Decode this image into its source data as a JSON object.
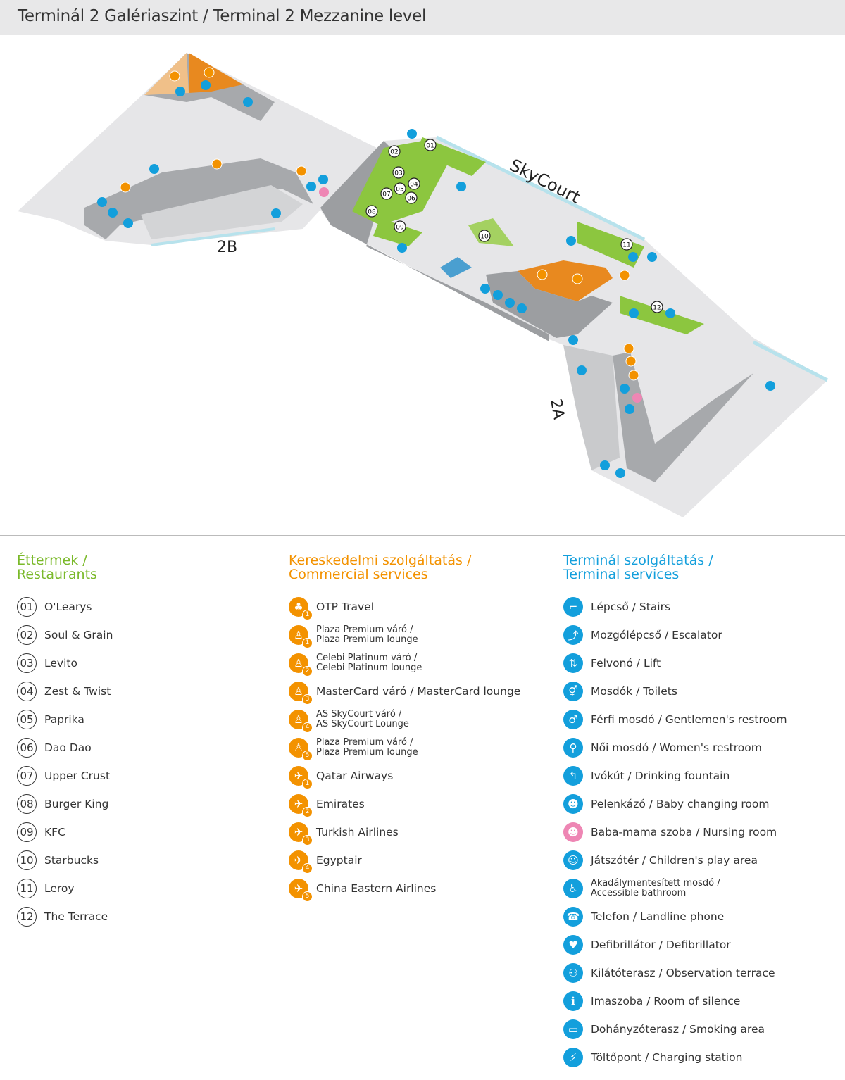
{
  "header": {
    "title": "Terminál 2 Galériaszint / Terminal 2 Mezzanine level"
  },
  "colors": {
    "restaurants": "#7ab929",
    "commercial": "#f39200",
    "terminal": "#139fdc",
    "nursing": "#ee86b4"
  },
  "map": {
    "area_labels": {
      "skycourt": "SkyCourt",
      "pier_b": "2B",
      "pier_a": "2A"
    }
  },
  "legend": {
    "restaurants": {
      "heading_line1": "Éttermek /",
      "heading_line2": "Restaurants",
      "items": [
        {
          "num": "01",
          "label": "O'Learys"
        },
        {
          "num": "02",
          "label": "Soul & Grain"
        },
        {
          "num": "03",
          "label": "Levito"
        },
        {
          "num": "04",
          "label": "Zest & Twist"
        },
        {
          "num": "05",
          "label": "Paprika"
        },
        {
          "num": "06",
          "label": "Dao Dao"
        },
        {
          "num": "07",
          "label": "Upper Crust"
        },
        {
          "num": "08",
          "label": "Burger King"
        },
        {
          "num": "09",
          "label": "KFC"
        },
        {
          "num": "10",
          "label": "Starbucks"
        },
        {
          "num": "11",
          "label": "Leroy"
        },
        {
          "num": "12",
          "label": "The Terrace"
        }
      ]
    },
    "commercial": {
      "heading_line1": "Kereskedelmi szolgáltatás /",
      "heading_line2": "Commercial services",
      "items": [
        {
          "icon": "palm-tree-icon",
          "badge": "1",
          "label": "OTP  Travel"
        },
        {
          "icon": "lounge-seat-icon",
          "badge": "1",
          "label": "Plaza Premium váró /",
          "label2": "Plaza Premium lounge"
        },
        {
          "icon": "lounge-seat-icon",
          "badge": "2",
          "label": "Celebi Platinum váró /",
          "label2": "Celebi Platinum lounge"
        },
        {
          "icon": "lounge-seat-icon",
          "badge": "3",
          "label": "MasterCard váró / MasterCard lounge"
        },
        {
          "icon": "lounge-seat-icon",
          "badge": "4",
          "label": "AS SkyCourt váró /",
          "label2": "AS SkyCourt Lounge"
        },
        {
          "icon": "lounge-seat-icon",
          "badge": "5",
          "label": "Plaza Premium váró /",
          "label2": "Plaza Premium lounge"
        },
        {
          "icon": "airplane-icon",
          "badge": "1",
          "label": "Qatar Airways"
        },
        {
          "icon": "airplane-icon",
          "badge": "2",
          "label": "Emirates"
        },
        {
          "icon": "airplane-icon",
          "badge": "3",
          "label": "Turkish Airlines"
        },
        {
          "icon": "airplane-icon",
          "badge": "4",
          "label": "Egyptair"
        },
        {
          "icon": "airplane-icon",
          "badge": "5",
          "label": "China Eastern Airlines"
        }
      ]
    },
    "terminal": {
      "heading_line1": "Terminál szolgáltatás /",
      "heading_line2": "Terminal services",
      "items": [
        {
          "icon": "stairs-icon",
          "label": "Lépcső / Stairs"
        },
        {
          "icon": "escalator-icon",
          "label": "Mozgólépcső / Escalator"
        },
        {
          "icon": "lift-icon",
          "label": "Felvonó / Lift"
        },
        {
          "icon": "toilets-icon",
          "label": "Mosdók / Toilets"
        },
        {
          "icon": "mens-restroom-icon",
          "label": "Férfi mosdó / Gentlemen's restroom"
        },
        {
          "icon": "womens-restroom-icon",
          "label": "Női mosdó / Women's restroom"
        },
        {
          "icon": "drinking-fountain-icon",
          "label": "Ivókút / Drinking fountain"
        },
        {
          "icon": "baby-changing-icon",
          "label": "Pelenkázó / Baby changing room"
        },
        {
          "icon": "nursing-room-icon",
          "label": "Baba-mama szoba / Nursing room",
          "pink": true
        },
        {
          "icon": "play-area-icon",
          "label": "Játszótér / Children's play area"
        },
        {
          "icon": "accessible-bathroom-icon",
          "label": "Akadálymentesített mosdó /",
          "label2": "Accessible bathroom"
        },
        {
          "icon": "phone-icon",
          "label": "Telefon / Landline phone"
        },
        {
          "icon": "defibrillator-icon",
          "label": "Defibrillátor / Defibrillator"
        },
        {
          "icon": "observation-terrace-icon",
          "label": "Kilátóterasz / Observation terrace"
        },
        {
          "icon": "room-of-silence-icon",
          "label": "Imaszoba / Room of silence"
        },
        {
          "icon": "smoking-area-icon",
          "label": "Dohányzóterasz / Smoking area"
        },
        {
          "icon": "charging-station-icon",
          "label": "Töltőpont / Charging station"
        }
      ]
    }
  }
}
